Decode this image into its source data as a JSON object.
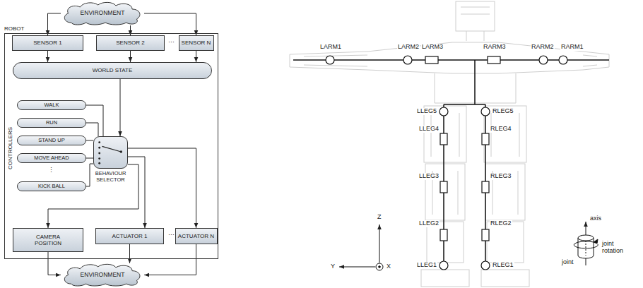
{
  "diagram": {
    "nodes": [
      {
        "text": [
          "ENVIRONMENT"
        ]
      },
      {
        "text": [
          "ROBOT"
        ]
      },
      {
        "text": [
          "SENSOR 1"
        ],
        "in": 1
      },
      {
        "text": [
          "SENSOR 2"
        ],
        "in": 1
      },
      {
        "text": [
          "SENSOR N"
        ],
        "in": 1
      },
      {
        "text": [
          "WORLD STATE"
        ],
        "in": 1
      },
      {
        "text": [
          "WALK"
        ],
        "in": 1
      },
      {
        "text": [
          "RUN"
        ],
        "in": 1
      },
      {
        "text": [
          "STAND UP"
        ],
        "in": 1
      },
      {
        "text": [
          "MOVE AHEAD"
        ],
        "in": 1
      },
      {
        "text": [
          "KICK BALL"
        ],
        "in": 1
      },
      {
        "text": [
          "BEHAVIOUR SELECTOR"
        ],
        "in": 1
      },
      {
        "text": [
          "CAMERA POSITION"
        ],
        "in": 1
      },
      {
        "text": [
          "ACTUATOR 1"
        ],
        "in": 1
      },
      {
        "text": [
          "ACTUATOR N"
        ],
        "in": 1
      },
      {
        "text": [
          "ENVIRONMENT"
        ]
      }
    ],
    "edges": [
      {
        "from": 0,
        "to": 2,
        "arrow": "to"
      },
      {
        "from": 0,
        "to": 3,
        "arrow": "to"
      },
      {
        "from": 0,
        "to": 4,
        "arrow": "to"
      },
      {
        "from": 2,
        "to": 5,
        "arrow": "to"
      },
      {
        "from": 3,
        "to": 5,
        "arrow": "to"
      },
      {
        "from": 4,
        "to": 5,
        "arrow": "to"
      },
      {
        "from": 5,
        "to": 11,
        "arrow": "to"
      },
      {
        "from": 6,
        "to": 11,
        "arrow": "none"
      },
      {
        "from": 7,
        "to": 11,
        "arrow": "none"
      },
      {
        "from": 8,
        "to": 11,
        "arrow": "none"
      },
      {
        "from": 9,
        "to": 11,
        "arrow": "none"
      },
      {
        "from": 10,
        "to": 11,
        "arrow": "none"
      },
      {
        "from": 11,
        "to": 14,
        "arrow": "to"
      },
      {
        "from": 11,
        "to": 13,
        "arrow": "to"
      },
      {
        "from": 11,
        "to": 12,
        "arrow": "to"
      },
      {
        "from": 12,
        "to": 15,
        "arrow": "to"
      },
      {
        "from": 13,
        "to": 15,
        "arrow": "to"
      },
      {
        "from": 14,
        "to": 15,
        "arrow": "to"
      }
    ],
    "labels": [
      "···",
      "CONTROLLERS",
      "⋮",
      "···",
      "LARM1",
      "LARM2",
      "LARM3",
      "RARM3",
      "RARM2",
      "RARM1",
      "LLEG5",
      "RLEG5",
      "LLEG4",
      "RLEG4",
      "LLEG3",
      "RLEG3",
      "LLEG2",
      "RLEG2",
      "LLEG1",
      "RLEG1",
      "Z",
      "Y",
      "X",
      "axis",
      "joint rotation",
      "joint"
    ]
  }
}
